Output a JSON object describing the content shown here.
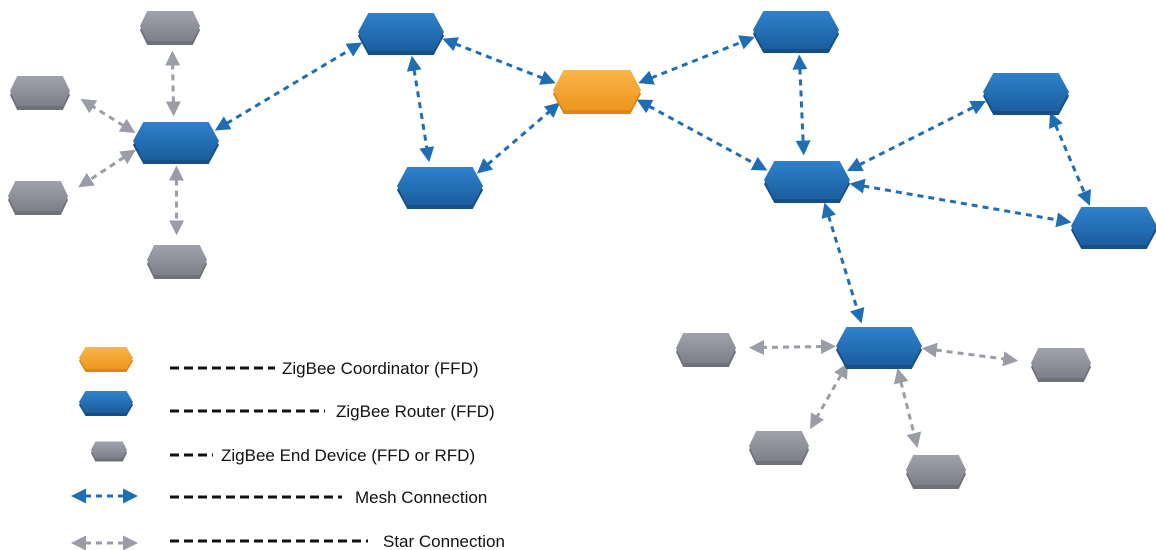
{
  "diagram": {
    "nodes": [
      {
        "id": "coordinator",
        "kind": "coordinator"
      },
      {
        "id": "router-a",
        "kind": "router"
      },
      {
        "id": "router-b",
        "kind": "router"
      },
      {
        "id": "router-c",
        "kind": "router"
      },
      {
        "id": "router-d",
        "kind": "router"
      },
      {
        "id": "router-e",
        "kind": "router"
      },
      {
        "id": "router-f",
        "kind": "router"
      },
      {
        "id": "router-g",
        "kind": "router"
      },
      {
        "id": "router-h",
        "kind": "router"
      },
      {
        "id": "end-1",
        "kind": "end_device"
      },
      {
        "id": "end-2",
        "kind": "end_device"
      },
      {
        "id": "end-3",
        "kind": "end_device"
      },
      {
        "id": "end-4",
        "kind": "end_device"
      },
      {
        "id": "end-5",
        "kind": "end_device"
      },
      {
        "id": "end-6",
        "kind": "end_device"
      },
      {
        "id": "end-7",
        "kind": "end_device"
      },
      {
        "id": "end-8",
        "kind": "end_device"
      }
    ],
    "mesh_links": [
      [
        "router-a",
        "router-b"
      ],
      [
        "router-b",
        "router-c"
      ],
      [
        "router-b",
        "coordinator"
      ],
      [
        "router-c",
        "coordinator"
      ],
      [
        "coordinator",
        "router-d"
      ],
      [
        "coordinator",
        "router-e"
      ],
      [
        "router-d",
        "router-e"
      ],
      [
        "router-e",
        "router-f"
      ],
      [
        "router-e",
        "router-g"
      ],
      [
        "router-f",
        "router-g"
      ],
      [
        "router-e",
        "router-h"
      ]
    ],
    "star_links": [
      [
        "router-a",
        "end-1"
      ],
      [
        "router-a",
        "end-2"
      ],
      [
        "router-a",
        "end-3"
      ],
      [
        "router-a",
        "end-4"
      ],
      [
        "router-h",
        "end-5"
      ],
      [
        "router-h",
        "end-6"
      ],
      [
        "router-h",
        "end-7"
      ],
      [
        "router-h",
        "end-8"
      ]
    ]
  },
  "legend": {
    "coordinator_label": "ZigBee Coordinator (FFD)",
    "router_label": "ZigBee Router (FFD)",
    "end_device_label": "ZigBee End Device (FFD or RFD)",
    "mesh_label": "Mesh Connection",
    "star_label": "Star Connection"
  },
  "colors": {
    "coordinator": "#F5A530",
    "router": "#1F6EB5",
    "end_device": "#8D8F9A",
    "mesh_line": "#1F6EB5",
    "star_line": "#9A9CA6",
    "leader": "#111111"
  }
}
